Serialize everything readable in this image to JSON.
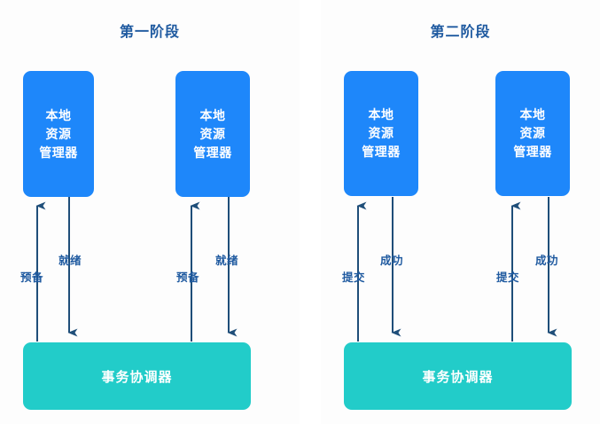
{
  "diagram": {
    "title_hidden": "",
    "colors": {
      "rm_box": "#1e87fa",
      "coordinator_box": "#22ccc9",
      "arrow": "#1f4e79",
      "title_text": "#1f5aa0",
      "label_text": "#1f5aa0",
      "background": "#ffffff",
      "panel_background": "#fdfdfd"
    }
  },
  "phases": [
    {
      "id": "phase-one",
      "title": "第一阶段",
      "coordinator": {
        "label": "事务协调器"
      },
      "participants": [
        {
          "id": "rm-1",
          "lines": [
            "本地",
            "资源",
            "管理器"
          ],
          "up_label": "预备",
          "down_label": "就绪"
        },
        {
          "id": "rm-2",
          "lines": [
            "本地",
            "资源",
            "管理器"
          ],
          "up_label": "预备",
          "down_label": "就绪"
        }
      ]
    },
    {
      "id": "phase-two",
      "title": "第二阶段",
      "coordinator": {
        "label": "事务协调器"
      },
      "participants": [
        {
          "id": "rm-3",
          "lines": [
            "本地",
            "资源",
            "管理器"
          ],
          "up_label": "提交",
          "down_label": "成功"
        },
        {
          "id": "rm-4",
          "lines": [
            "本地",
            "资源",
            "管理器"
          ],
          "up_label": "提交",
          "down_label": "成功"
        }
      ]
    }
  ]
}
